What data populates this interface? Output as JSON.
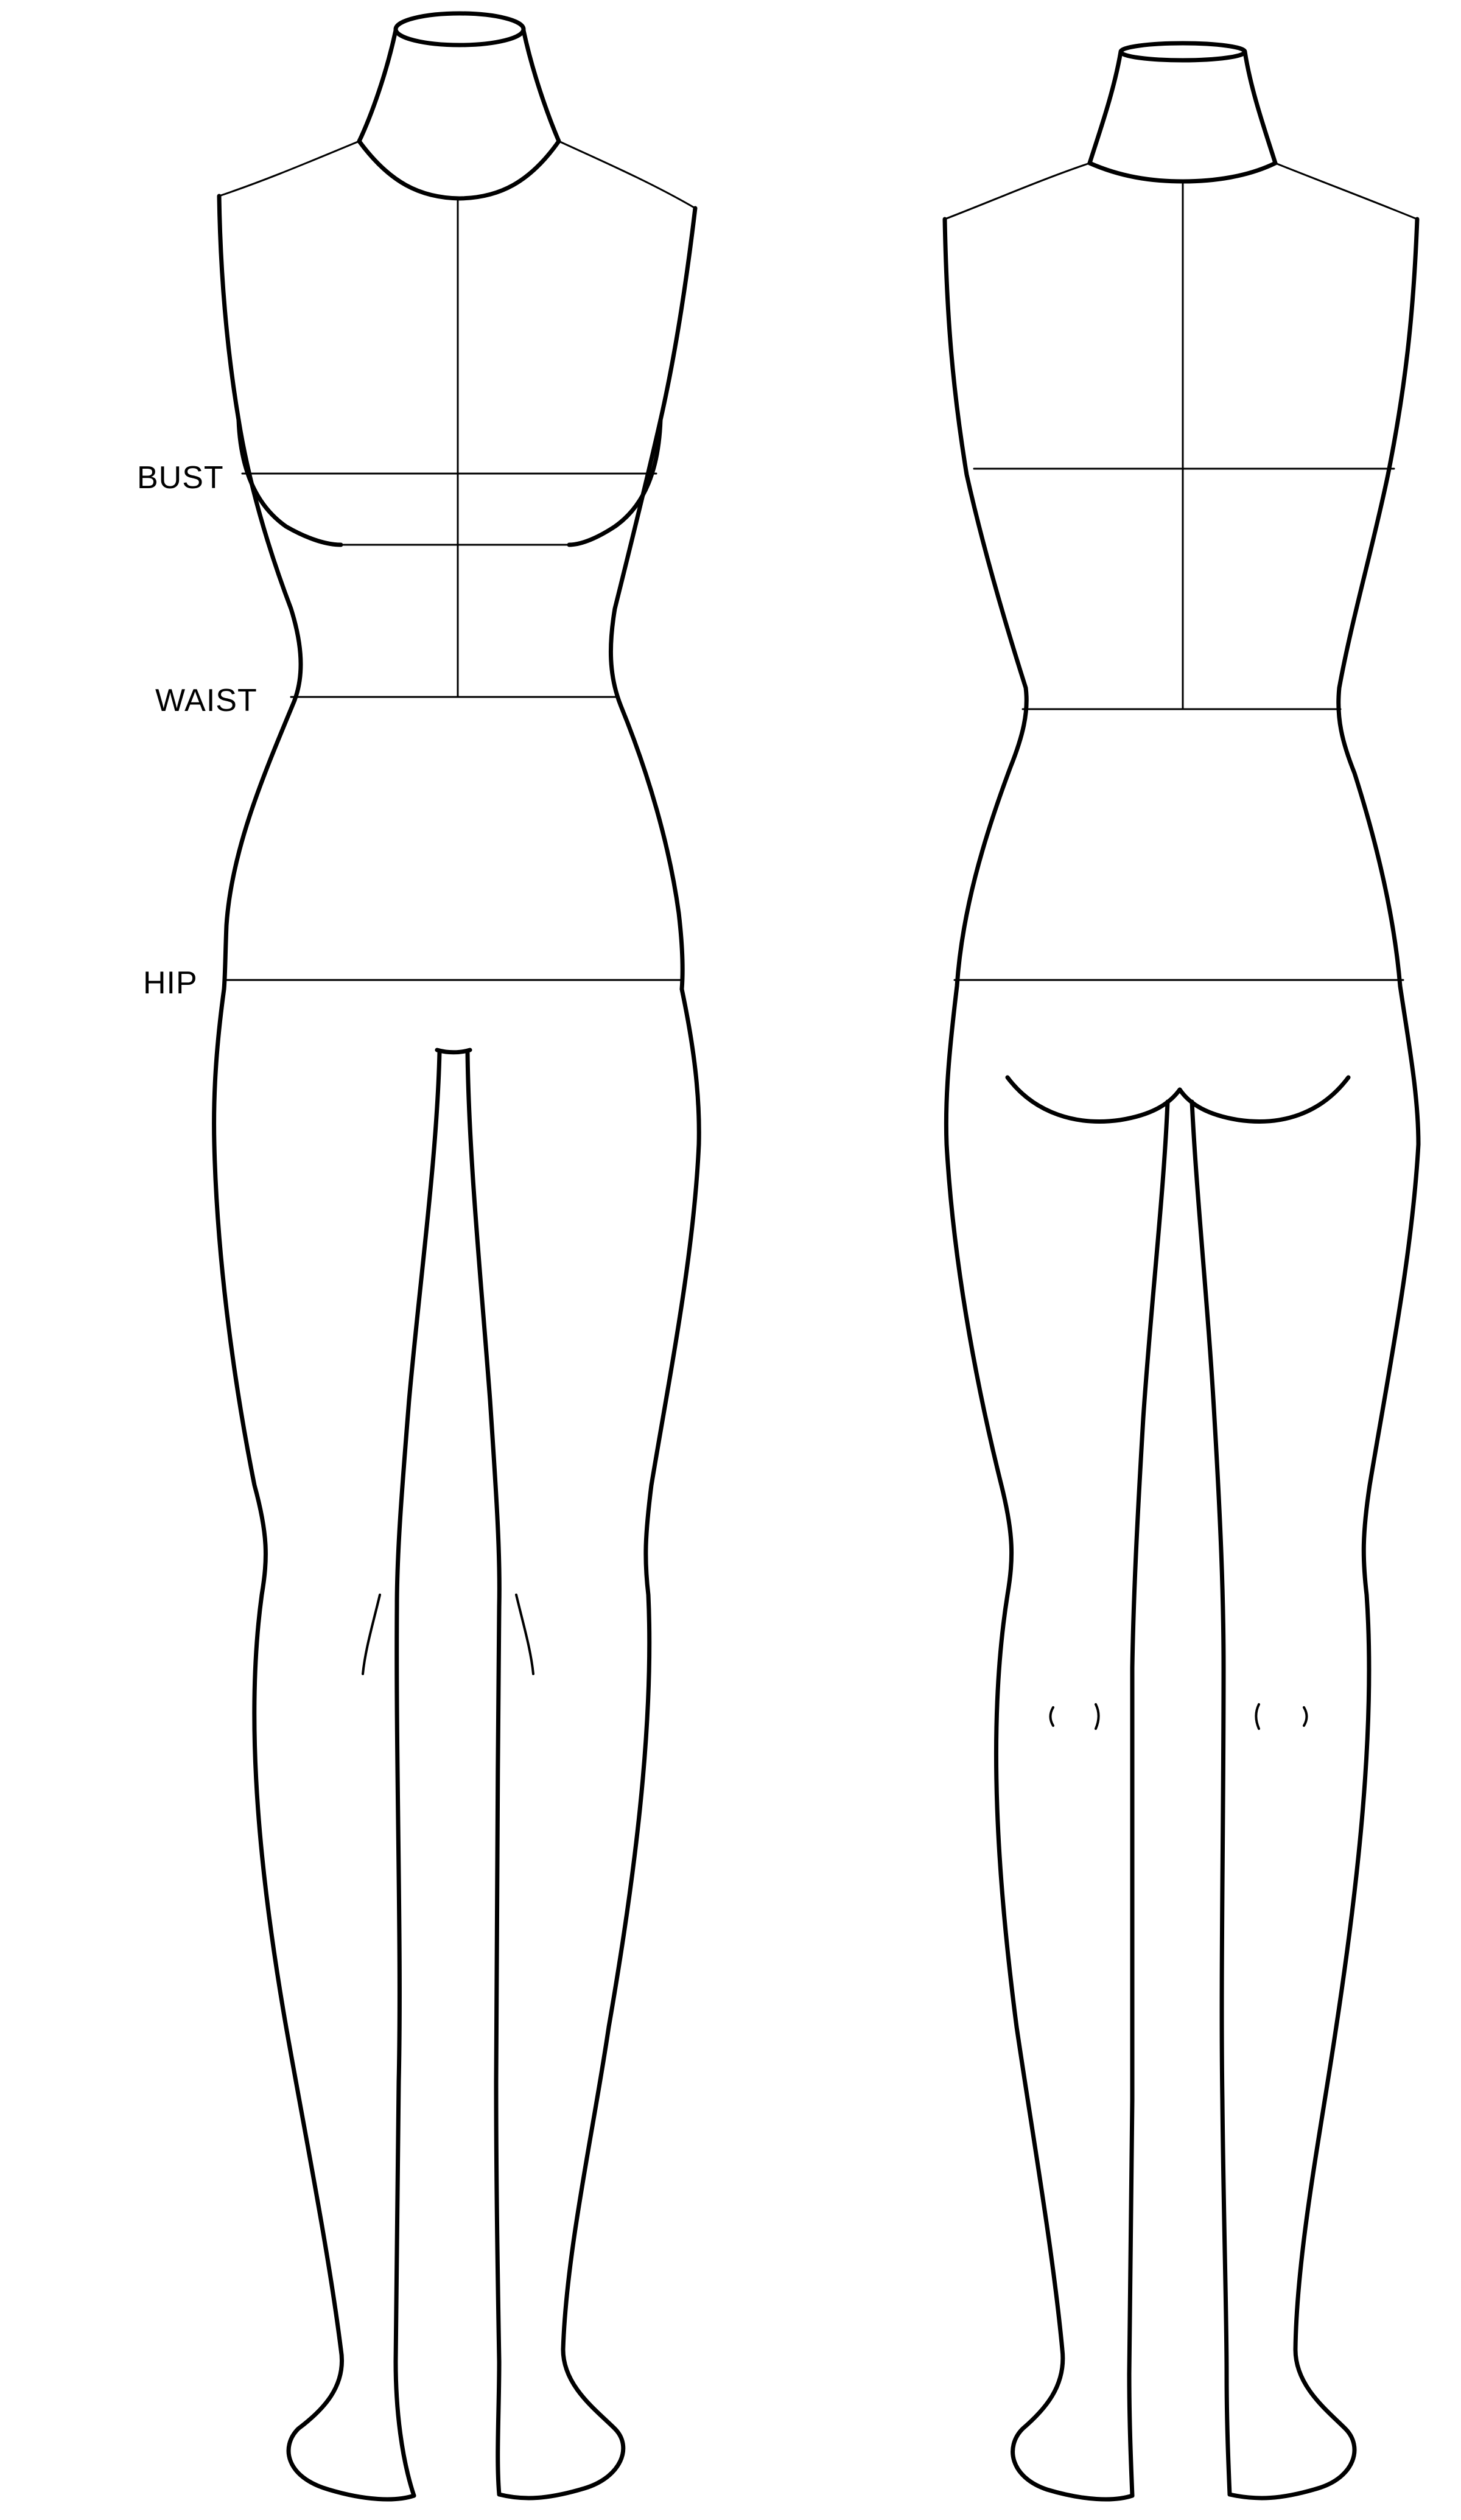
{
  "labels": {
    "bust": "BUST",
    "waist": "WAIST",
    "hip": "HIP"
  }
}
